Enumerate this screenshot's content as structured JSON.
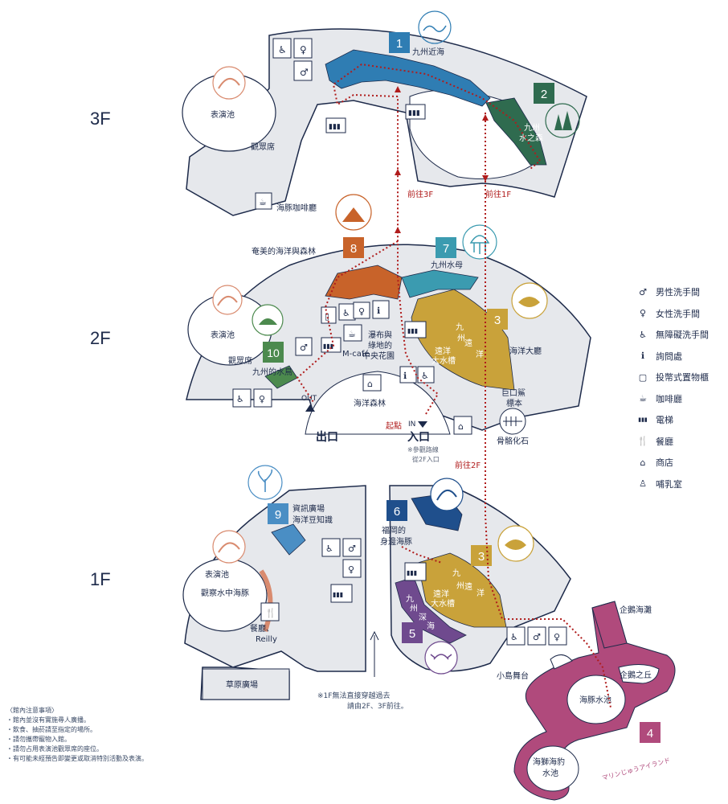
{
  "floors": {
    "f3": "3F",
    "f2": "2F",
    "f1": "1F"
  },
  "colors": {
    "kyushu_coast": "#2f7db3",
    "water_forest": "#2f6b4f",
    "amami": "#c8632a",
    "jellyfish": "#3b9bb0",
    "big_tank": "#c9a23a",
    "dolphin_island": "#b04a7c",
    "sea_of_fukuoka": "#1f4f8c",
    "deep_sea": "#6f4a8e",
    "info_plaza": "#4a8ec4",
    "waterbirds": "#4c8a4e",
    "route": "#b01c1c",
    "building": "#e6e8ec",
    "wall": "#1d2a4a"
  },
  "f3": {
    "show_pool": "表演池",
    "seats": "觀眾席",
    "cafe": "海豚咖啡廳",
    "zone1_num": "1",
    "zone1_label": "九州近海",
    "zone2_num": "2",
    "zone2_label_a": "九州",
    "zone2_label_b": "水之森",
    "to3f": "前往3F",
    "to1f": "前往1F"
  },
  "f2": {
    "zone8_num": "8",
    "zone8_label": "奄美的海洋與森林",
    "zone7_num": "7",
    "zone7_label": "九州水母",
    "zone3_num": "3",
    "big_tank_a": "九",
    "big_tank_b": "州",
    "big_tank_c": "遠",
    "big_tank_d": "洋",
    "big_tank_e": "遠洋",
    "big_tank_f": "大水槽",
    "show_pool": "表演池",
    "seats": "觀眾席",
    "zone10_num": "10",
    "zone10_label": "九州的水鳥",
    "mcafe": "M-café",
    "central_a": "瀑布與",
    "central_b": "綠地的",
    "central_c": "中央花園",
    "ocean_hall": "海洋大廳",
    "ocean_forest": "海洋森林",
    "megalodon_a": "巨口鯊",
    "megalodon_b": "標本",
    "fossil": "骨骼化石",
    "out": "OUT",
    "exit": "出口",
    "in": "IN",
    "entrance": "入口",
    "start": "起點",
    "note_a": "※參觀路線",
    "note_b": "從2F入口",
    "to2f": "前往2F"
  },
  "f1": {
    "zone9_num": "9",
    "zone9_a": "資訊廣場",
    "zone9_b": "海洋豆知識",
    "show_pool": "表演池",
    "underwater": "觀察水中海豚",
    "rest_a": "餐廳、",
    "rest_b": "Reilly",
    "grass": "草原廣場",
    "zone6_num": "6",
    "zone6_a": "福岡的",
    "zone6_b": "身邊海豚",
    "zone3_num": "3",
    "zone5_num": "5",
    "deep_a": "九",
    "deep_b": "州",
    "deep_c": "深",
    "deep_d": "海",
    "tank_a": "九",
    "tank_b": "州",
    "tank_c": "遠",
    "tank_d": "洋",
    "tank_e": "遠洋",
    "tank_f": "大水槽",
    "penguin_beach": "企鵝海灘",
    "penguin_hill": "企鵝之丘",
    "dolphin_pool": "海豚水池",
    "stage": "小島舞台",
    "zone4_num": "4",
    "seal_a": "海獅海豹",
    "seal_b": "水池",
    "island_logo": "マリンじゅうアイランド",
    "no_pass_a": "※1F無法直接穿越過去",
    "no_pass_b": "請由2F、3F前往。"
  },
  "legend": [
    {
      "icon": "male-icon",
      "label": "男性洗手間"
    },
    {
      "icon": "female-icon",
      "label": "女性洗手間"
    },
    {
      "icon": "accessible-icon",
      "label": "無障礙洗手間"
    },
    {
      "icon": "info-icon",
      "label": "詢問處"
    },
    {
      "icon": "locker-icon",
      "label": "投幣式置物櫃"
    },
    {
      "icon": "cafe-icon",
      "label": "咖啡廳"
    },
    {
      "icon": "elevator-icon",
      "label": "電梯"
    },
    {
      "icon": "restaurant-icon",
      "label": "餐廳"
    },
    {
      "icon": "shop-icon",
      "label": "商店"
    },
    {
      "icon": "nursing-icon",
      "label": "哺乳室"
    }
  ],
  "notes": {
    "title": "〈館內注意事項〉",
    "items": [
      "・館內並沒有實施尋人廣播。",
      "・飲食、抽菸請至指定的場所。",
      "・請勿攜帶寵物入館。",
      "・請勿占用表演池觀眾席的座位。",
      "・有可能未經預告即變更或取消特別活動及表演。"
    ]
  }
}
